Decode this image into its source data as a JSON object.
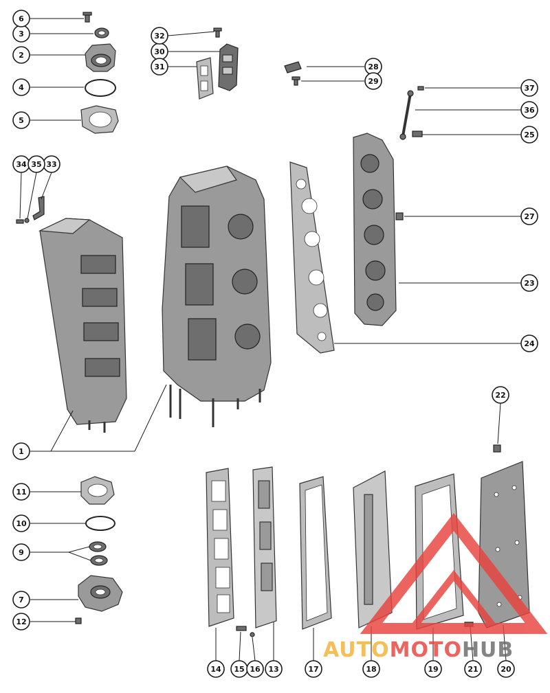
{
  "diagram": {
    "callouts": [
      "1",
      "2",
      "3",
      "4",
      "5",
      "6",
      "7",
      "9",
      "10",
      "11",
      "12",
      "13",
      "14",
      "15",
      "16",
      "17",
      "18",
      "19",
      "20",
      "21",
      "22",
      "23",
      "24",
      "25",
      "27",
      "28",
      "29",
      "30",
      "31",
      "32",
      "33",
      "34",
      "35",
      "36",
      "37"
    ]
  },
  "watermark": {
    "word_a": "AUTO",
    "word_b": "MOTO",
    "word_c": "HUB",
    "colors": {
      "auto": "#f2b134",
      "moto": "#e8433d",
      "hub": "#6a6a6a",
      "triangle": "#e8433d"
    }
  }
}
